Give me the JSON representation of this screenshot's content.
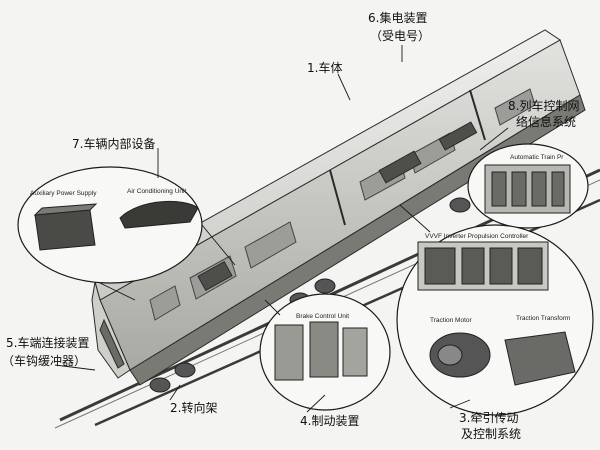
{
  "labels": {
    "current_collector": "6.集电装置",
    "current_collector_sub": "（受电号）",
    "car_body": "1.车体",
    "control_network": "8.列车控制网",
    "control_network_sub": "络信息系统",
    "interior_equipment": "7.车辆内部设备",
    "end_coupler": "5.车端连接装置",
    "end_coupler_sub": "（车钩缓冲器）",
    "bogie": "2.转向架",
    "brake": "4.制动装置",
    "traction": "3.牵引传动",
    "traction_sub": "及控制系统"
  },
  "callouts": {
    "auxiliary_power_supply": "Auxiliary Power Supply",
    "air_conditioning_unit": "Air Conditioning Unit",
    "automatic_train": "Automatic Train Pr",
    "vvvf": "VVVF Inverter Propulsion Controller",
    "brake_control_unit": "Brake Control Unit",
    "traction_motor": "Traction Motor",
    "traction_transformer": "Traction Transform"
  },
  "colors": {
    "line": "#2a2a2a",
    "body_fill": "#dcdcd8",
    "dark": "#5a5a55"
  }
}
